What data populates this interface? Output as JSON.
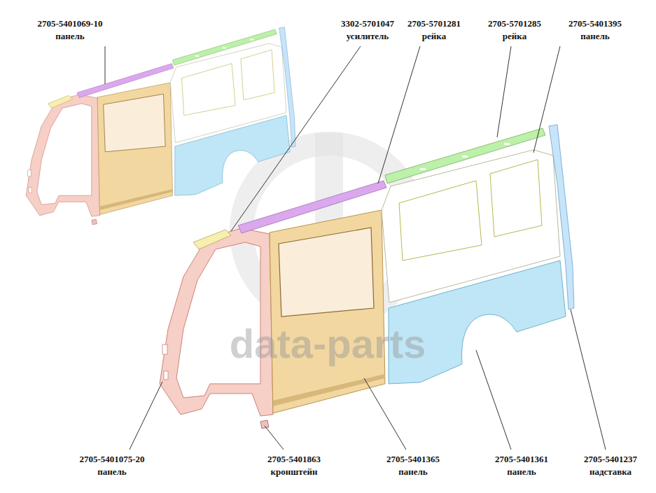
{
  "diagram": {
    "labels": [
      "2705-5401069-10",
      "панель",
      "3302-5701047",
      "усилитель",
      "2705-5701281",
      "рейка",
      "2705-5701285",
      "рейка",
      "2705-5401395",
      "панель",
      "2705-5401075-20",
      "панель",
      "2705-5401863",
      "кронштейн",
      "2705-5401365",
      "панель",
      "2705-5401361",
      "панель",
      "2705-5401237",
      "надставка",
      "data-parts"
    ]
  }
}
